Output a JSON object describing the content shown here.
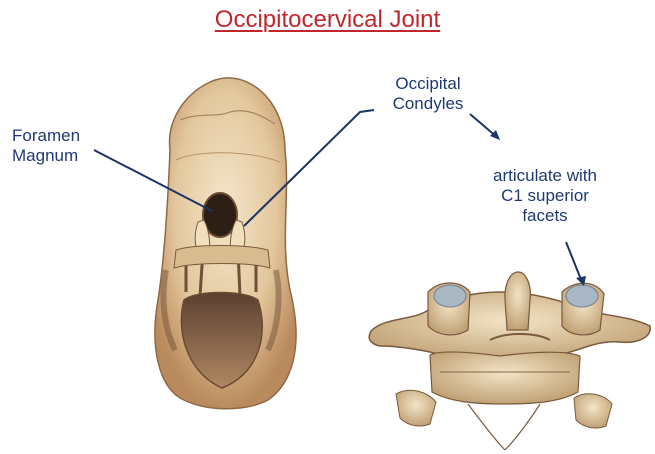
{
  "title": "Occipitocervical Joint",
  "labels": {
    "foramen": [
      "Foramen",
      "Magnum"
    ],
    "condyles": [
      "Occipital",
      "Condyles"
    ],
    "articulate": [
      "articulate with",
      "C1 superior",
      "facets"
    ]
  },
  "colors": {
    "title": "#c0272d",
    "label": "#1f3a73",
    "pointer": "#1b3566",
    "bone": "#e8d5b0",
    "bone_shadow": "#7a5a3c",
    "cartilage": "#a9b6c4"
  }
}
